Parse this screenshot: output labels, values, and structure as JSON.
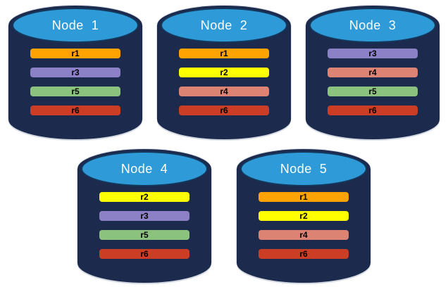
{
  "diagram": {
    "description_colors": {
      "background": "#FFFFFF",
      "cylinder_body": "#1C2B4D",
      "cylinder_top_fill": "#2E9BD8",
      "cylinder_top_border": "#14375C",
      "title_text": "#FFFFFF",
      "bar_text": "#000000"
    },
    "replica_colors": {
      "r1": "#FFA302",
      "r2": "#FFFF00",
      "r3": "#8C80C6",
      "r4": "#DD8373",
      "r5": "#8BC27E",
      "r6": "#CB3D24"
    },
    "nodes": [
      {
        "title": "Node  1",
        "replicas": [
          "r1",
          "r3",
          "r5",
          "r6"
        ]
      },
      {
        "title": "Node  2",
        "replicas": [
          "r1",
          "r2",
          "r4",
          "r6"
        ]
      },
      {
        "title": "Node  3",
        "replicas": [
          "r3",
          "r4",
          "r5",
          "r6"
        ]
      },
      {
        "title": "Node  4",
        "replicas": [
          "r2",
          "r3",
          "r5",
          "r6"
        ]
      },
      {
        "title": "Node  5",
        "replicas": [
          "r1",
          "r2",
          "r4",
          "r6"
        ]
      }
    ],
    "rows": [
      [
        0,
        1,
        2
      ],
      [
        3,
        4
      ]
    ]
  }
}
